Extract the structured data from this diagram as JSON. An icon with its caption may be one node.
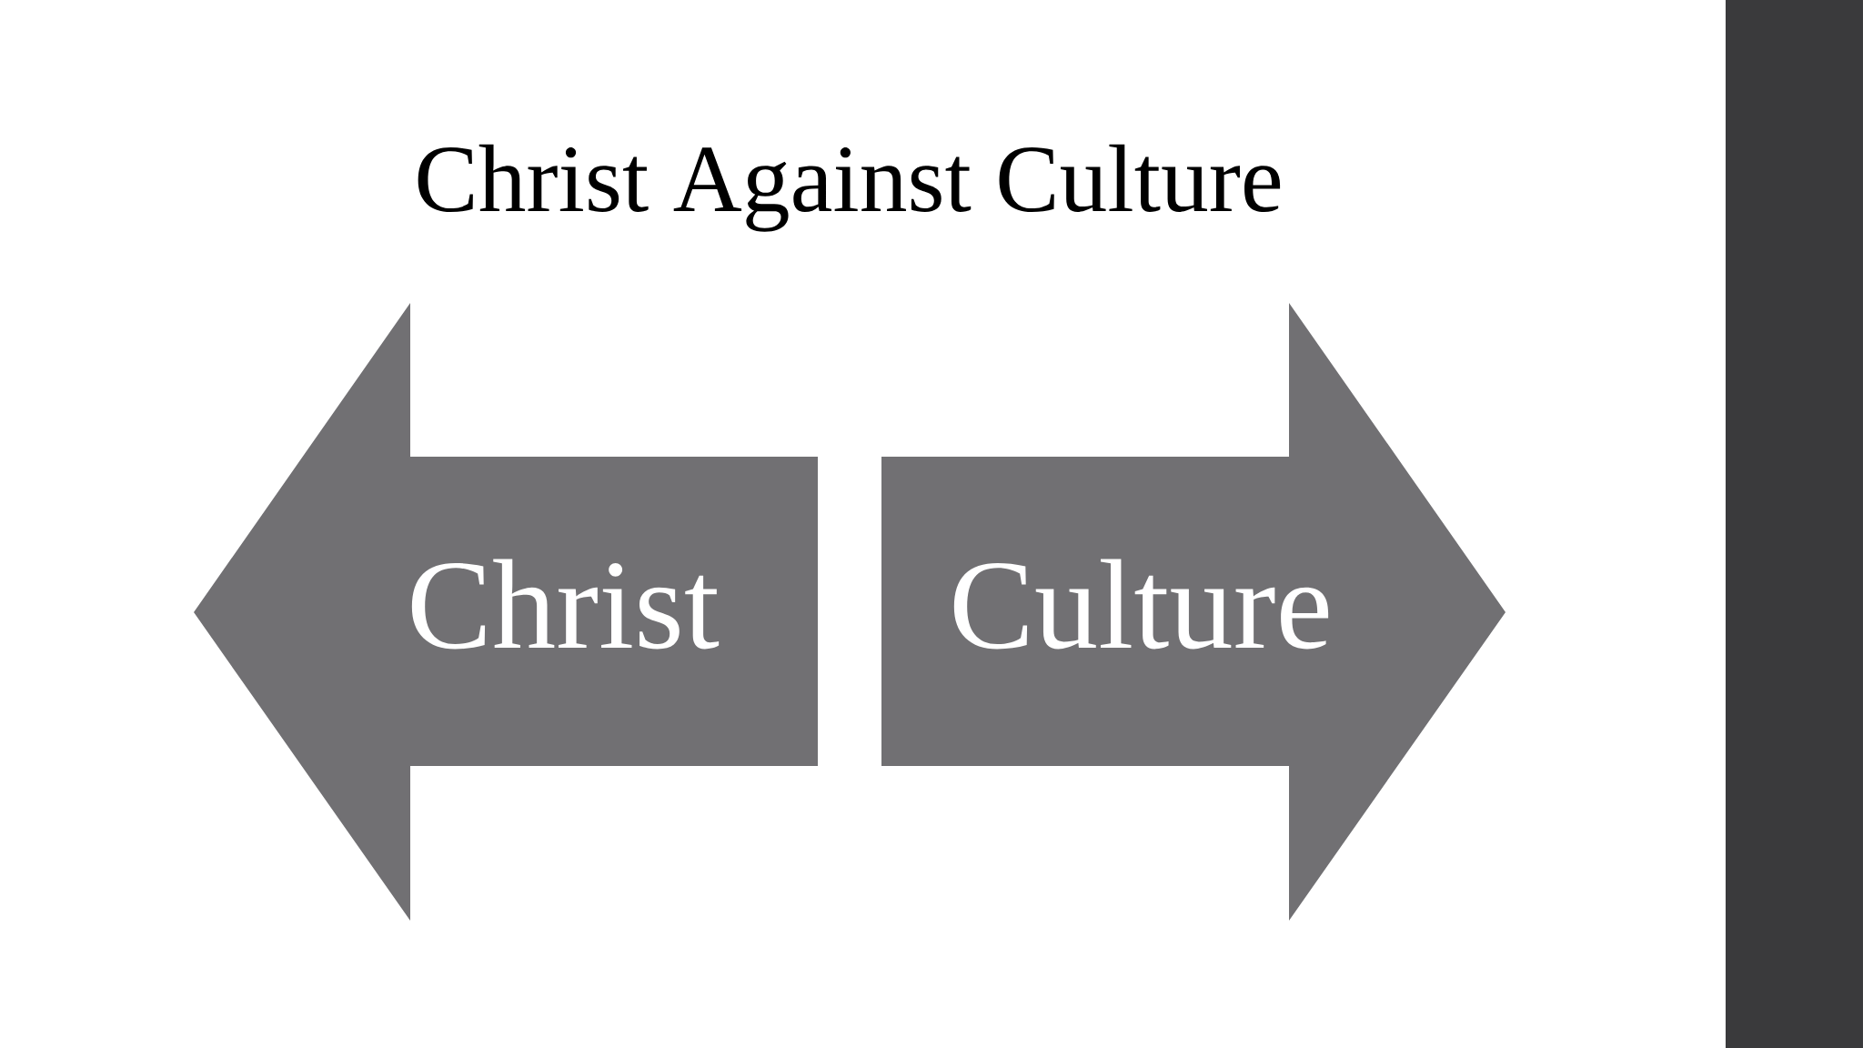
{
  "diagram": {
    "title": "Christ Against Culture",
    "nodes": [
      {
        "text": [
          "Christ"
        ]
      },
      {
        "text": [
          "Culture"
        ]
      },
      {
        "text": [],
        "shape": "bar"
      }
    ]
  }
}
